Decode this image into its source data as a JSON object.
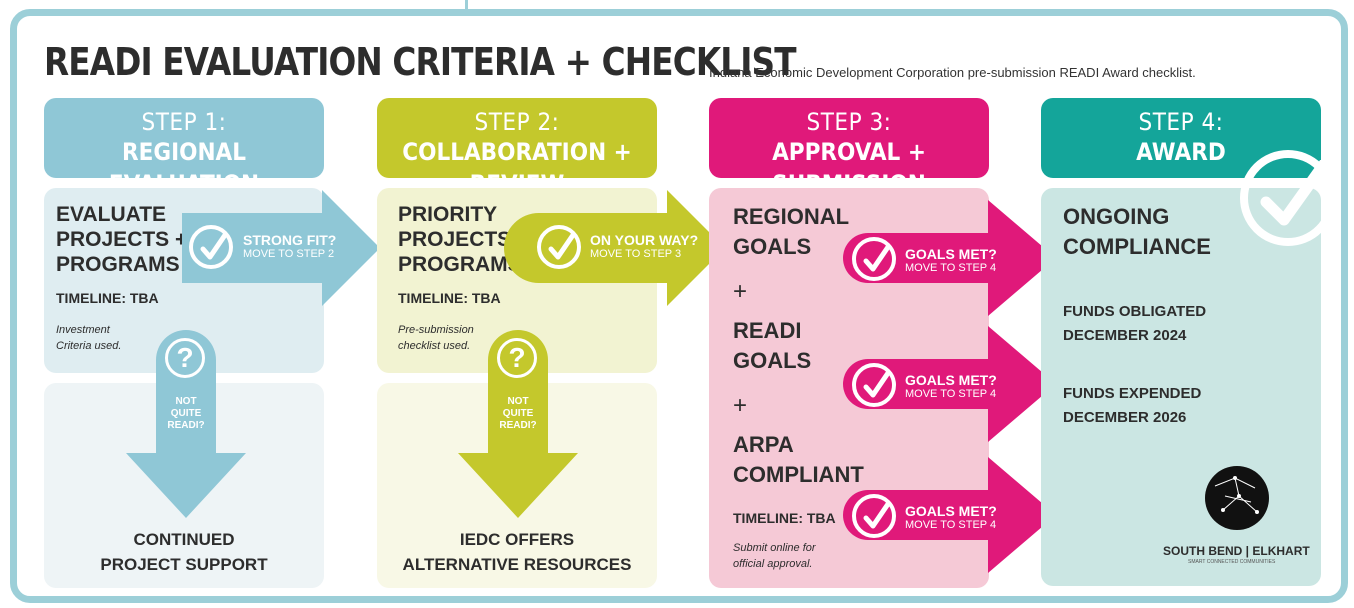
{
  "title": "READI EVALUATION CRITERIA + CHECKLIST",
  "subtitle": "Indiana Economic Development Corporation pre-submission READI Award checklist.",
  "colors": {
    "frame": "#9ccfd8",
    "step1": "#8fc7d6",
    "step1_light": "#dfedf1",
    "step2": "#c4c82c",
    "step2_light": "#f2f3d2",
    "step3": "#e0197a",
    "step3_light": "#f5c9d6",
    "step4": "#14a59a",
    "step4_light": "#cbe6e3"
  },
  "steps": [
    {
      "header_line1": "STEP 1:",
      "header_line2": "REGIONAL EVALUATION",
      "panel_title_lines": [
        "EVALUATE",
        "PROJECTS +",
        "PROGRAMS"
      ],
      "timeline": "TIMELINE: TBA",
      "note_lines": [
        "Investment",
        "Criteria used."
      ],
      "arrow_label1": "STRONG FIT?",
      "arrow_label2": "MOVE TO STEP 2",
      "down_label_lines": [
        "NOT",
        "QUITE",
        "READI?"
      ],
      "bottom_lines": [
        "CONTINUED",
        "PROJECT SUPPORT"
      ]
    },
    {
      "header_line1": "STEP 2:",
      "header_line2": "COLLABORATION + REVIEW",
      "panel_title_lines": [
        "PRIORITY",
        "PROJECTS +",
        "PROGRAMS"
      ],
      "timeline": "TIMELINE: TBA",
      "note_lines": [
        "Pre-submission",
        "checklist used."
      ],
      "arrow_label1": "ON YOUR WAY?",
      "arrow_label2": "MOVE TO STEP 3",
      "down_label_lines": [
        "NOT",
        "QUITE",
        "READI?"
      ],
      "bottom_lines": [
        "IEDC OFFERS",
        "ALTERNATIVE RESOURCES"
      ]
    },
    {
      "header_line1": "STEP 3:",
      "header_line2": "APPROVAL + SUBMISSION",
      "goals": [
        {
          "lines": [
            "REGIONAL",
            "GOALS"
          ],
          "arrow_label1": "GOALS MET?",
          "arrow_label2": "MOVE TO STEP 4"
        },
        {
          "lines": [
            "READI",
            "GOALS"
          ],
          "arrow_label1": "GOALS MET?",
          "arrow_label2": "MOVE TO STEP 4"
        },
        {
          "lines": [
            "ARPA",
            "COMPLIANT"
          ],
          "arrow_label1": "GOALS MET?",
          "arrow_label2": "MOVE TO STEP 4"
        }
      ],
      "plus": "+",
      "timeline": "TIMELINE: TBA",
      "note_lines": [
        "Submit online for",
        "official approval."
      ]
    },
    {
      "header_line1": "STEP 4:",
      "header_line2": "AWARD",
      "panel_title_lines": [
        "ONGOING",
        "COMPLIANCE"
      ],
      "funds_obligated_lines": [
        "FUNDS OBLIGATED",
        "DECEMBER 2024"
      ],
      "funds_expended_lines": [
        "FUNDS EXPENDED",
        "DECEMBER 2026"
      ]
    }
  ],
  "logo": {
    "name": "SOUTH BEND | ELKHART",
    "tagline": "SMART CONNECTED COMMUNITIES"
  }
}
